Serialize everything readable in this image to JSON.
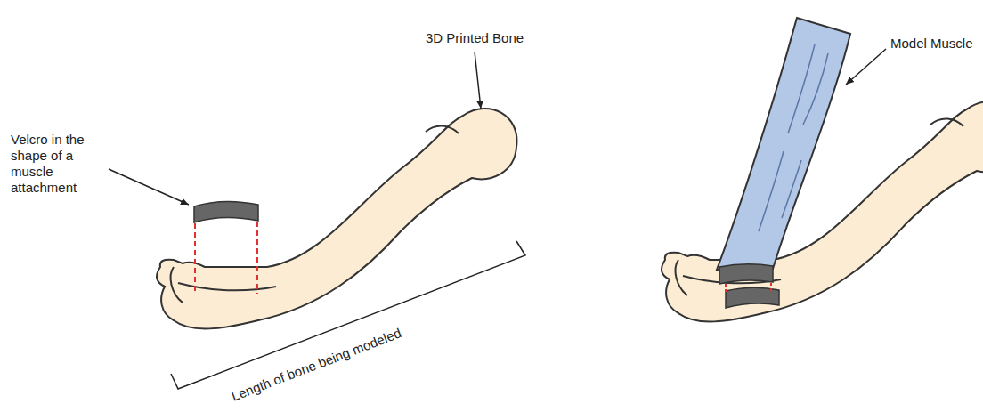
{
  "diagram": {
    "labels": [
      "Velcro in the shape of a muscle attachment",
      "3D Printed Bone",
      "Model Muscle",
      "Length of bone being modeled"
    ]
  }
}
